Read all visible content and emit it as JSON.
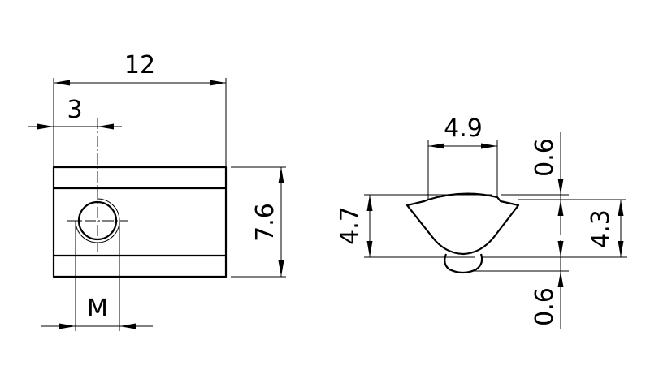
{
  "left_view": {
    "dim_width": "12",
    "dim_hole_offset": "3",
    "dim_height": "7.6",
    "dim_thread": "M"
  },
  "right_view": {
    "dim_top_width": "4.9",
    "dim_top_step": "0.6",
    "dim_height_left": "4.7",
    "dim_height_right": "4.3",
    "dim_bottom_step": "0.6"
  }
}
